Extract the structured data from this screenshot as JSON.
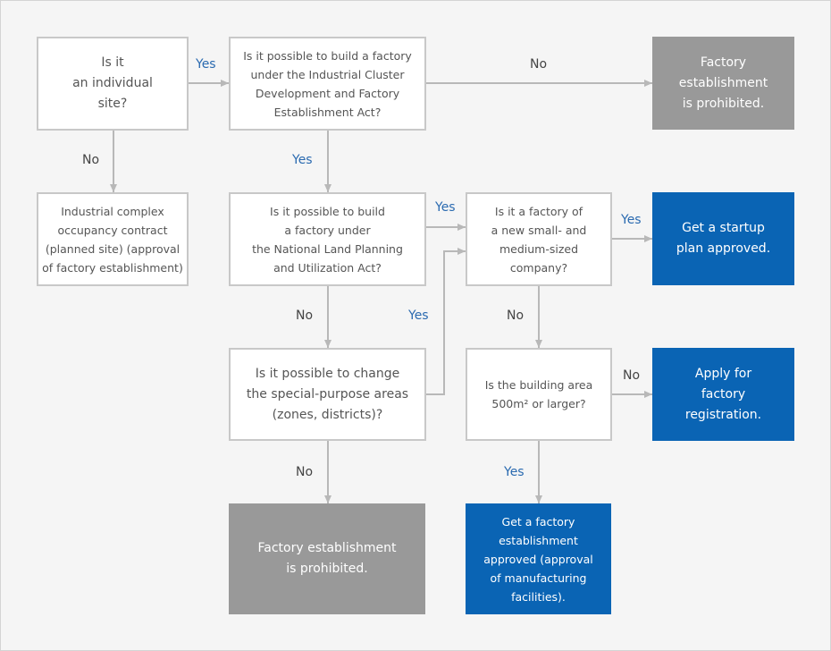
{
  "boxes": {
    "individual_site": "Is it\nan individual\nsite?",
    "industrial_cluster": "Is it possible to build a factory\nunder the Industrial Cluster\nDevelopment and Factory\nEstablishment Act?",
    "prohibited_top": "Factory\nestablishment\nis prohibited.",
    "industrial_complex": "Industrial complex\noccupancy contract\n(planned site)  (approval\nof factory establishment)",
    "national_land": "Is it possible to build\na factory under\nthe National Land Planning\nand Utilization Act?",
    "small_medium": "Is it a factory of\na new small- and\nmedium-sized\ncompany?",
    "startup_plan": "Get a startup\nplan approved.",
    "special_purpose": "Is it possible to change\nthe special-purpose areas\n(zones, districts)?",
    "building_area": "Is the building area\n500m² or larger?",
    "factory_registration": "Apply for\nfactory\nregistration.",
    "prohibited_bottom": "Factory establishment\nis prohibited.",
    "approval_manufacturing": "Get a factory\nestablishment\napproved (approval\nof manufacturing\nfacilities)."
  },
  "edge_labels": {
    "site_yes": "Yes",
    "site_no": "No",
    "cluster_no": "No",
    "cluster_yes": "Yes",
    "land_yes": "Yes",
    "land_no": "No",
    "change_yes": "Yes",
    "change_no": "No",
    "sme_yes": "Yes",
    "sme_no": "No",
    "area_no": "No",
    "area_yes": "Yes"
  },
  "colors": {
    "question_border": "#c8c8c8",
    "prohibited": "#999999",
    "outcome": "#0a64b4",
    "connector": "#b8b8b8",
    "yes_label": "#2a6ab0"
  }
}
